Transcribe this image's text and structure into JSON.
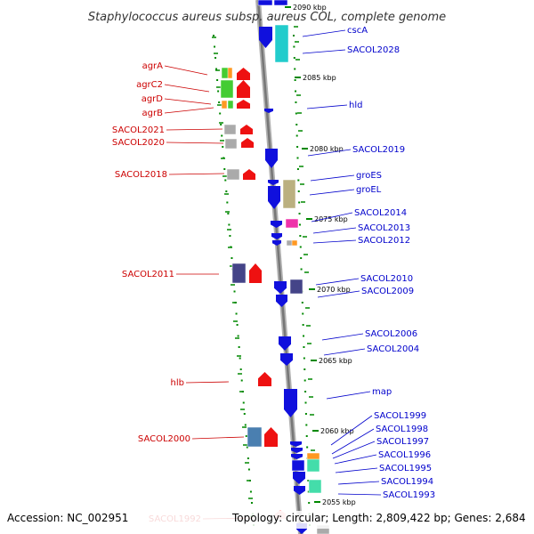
{
  "title": "Staphylococcus aureus subsp. aureus COL, complete genome",
  "accession": "Accession: NC_002951",
  "topology": "Topology: circular; Length: 2,809,422 bp; Genes: 2,684",
  "colors": {
    "backbone": "#888888",
    "tick": "#008800",
    "reverse_label": "#cc0000",
    "forward_label": "#0000cc",
    "forward_gene": "#1010dd",
    "reverse_gene": "#ee1111",
    "cyan_gene": "#22cccc",
    "khaki_gene": "#bbb080",
    "slate_gene": "#444488",
    "steel_gene": "#4a7fb0",
    "grey_gene": "#aaaaaa",
    "green_gene": "#44cc33",
    "orange_gene": "#ff9922",
    "magenta_gene": "#ee33aa",
    "mint_gene": "#44ddaa"
  },
  "ticks": [
    {
      "label": "2090 kbp"
    },
    {
      "label": "2085 kbp"
    },
    {
      "label": "2080 kbp"
    },
    {
      "label": "2075 kbp"
    },
    {
      "label": "2070 kbp"
    },
    {
      "label": "2065 kbp"
    },
    {
      "label": "2060 kbp"
    },
    {
      "label": "2055 kbp"
    }
  ],
  "left_labels": [
    "agrA",
    "agrC2",
    "agrD",
    "agrB",
    "SACOL2021",
    "SACOL2020",
    "SACOL2018",
    "SACOL2011",
    "hlb",
    "SACOL2000",
    "SACOL1992"
  ],
  "right_labels": [
    "cscA",
    "SACOL2028",
    "hld",
    "SACOL2019",
    "groES",
    "groEL",
    "SACOL2014",
    "SACOL2013",
    "SACOL2012",
    "SACOL2010",
    "SACOL2009",
    "SACOL2006",
    "SACOL2004",
    "map",
    "SACOL1999",
    "SACOL1998",
    "SACOL1997",
    "SACOL1996",
    "SACOL1995",
    "SACOL1994",
    "SACOL1993"
  ]
}
